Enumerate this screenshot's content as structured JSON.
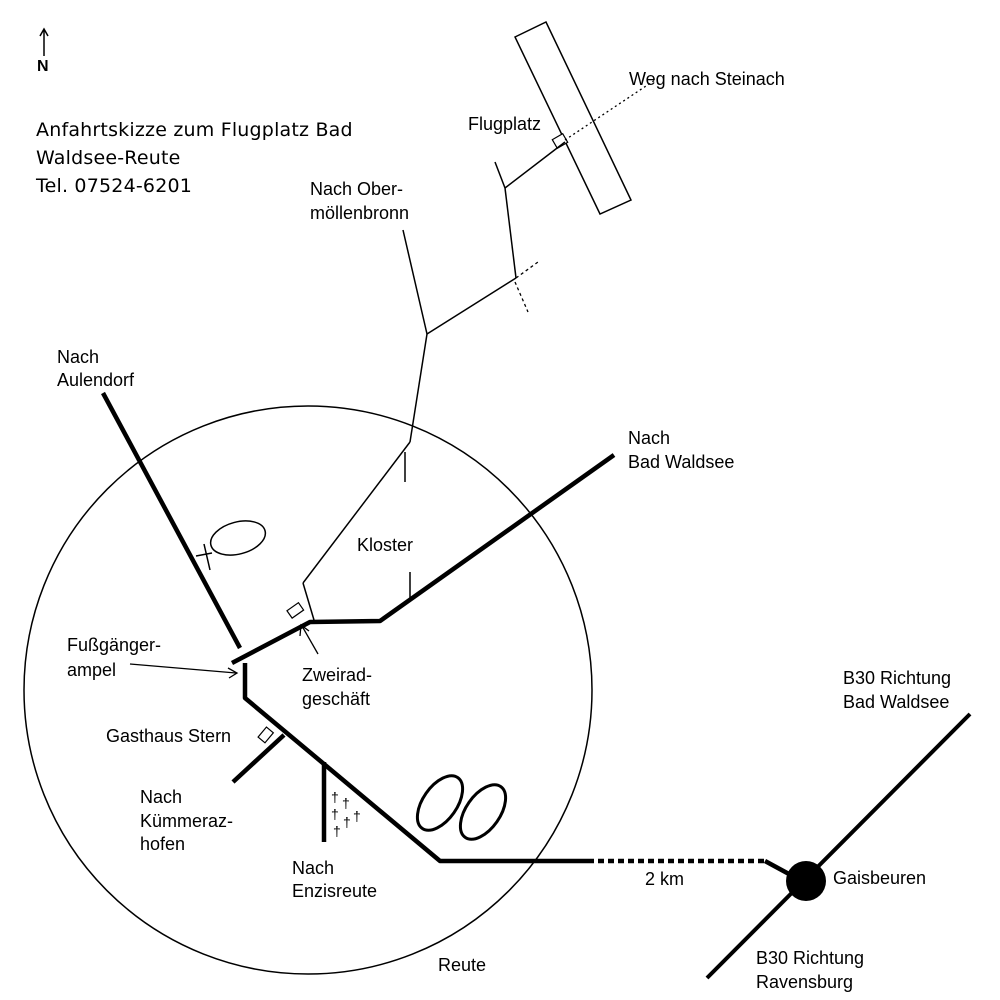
{
  "title": {
    "line1": "Anfahrtskizze zum Flugplatz Bad",
    "line2": "Waldsee-Reute",
    "line3": "Tel. 07524-6201"
  },
  "north_label": "N",
  "labels": {
    "weg_steinach": "Weg nach Steinach",
    "flugplatz": "Flugplatz",
    "ober_1": "Nach Ober-",
    "ober_2": "möllenbronn",
    "aulendorf_1": "Nach",
    "aulendorf_2": "Aulendorf",
    "waldsee_1": "Nach",
    "waldsee_2": "Bad Waldsee",
    "kloster": "Kloster",
    "fussg_1": "Fußgänger-",
    "fussg_2": "ampel",
    "zweirad_1": "Zweirad-",
    "zweirad_2": "geschäft",
    "gasthaus": "Gasthaus Stern",
    "kuemm_1": "Nach",
    "kuemm_2": "Kümmeraz-",
    "kuemm_3": "hofen",
    "enzis_1": "Nach",
    "enzis_2": "Enzisreute",
    "reute": "Reute",
    "distance": "2 km",
    "gaisbeuren": "Gaisbeuren",
    "b30_north_1": "B30 Richtung",
    "b30_north_2": "Bad Waldsee",
    "b30_south_1": "B30 Richtung",
    "b30_south_2": "Ravensburg"
  },
  "cemetery_symbol": "†",
  "colors": {
    "ink": "#000000",
    "paper": "#ffffff"
  }
}
